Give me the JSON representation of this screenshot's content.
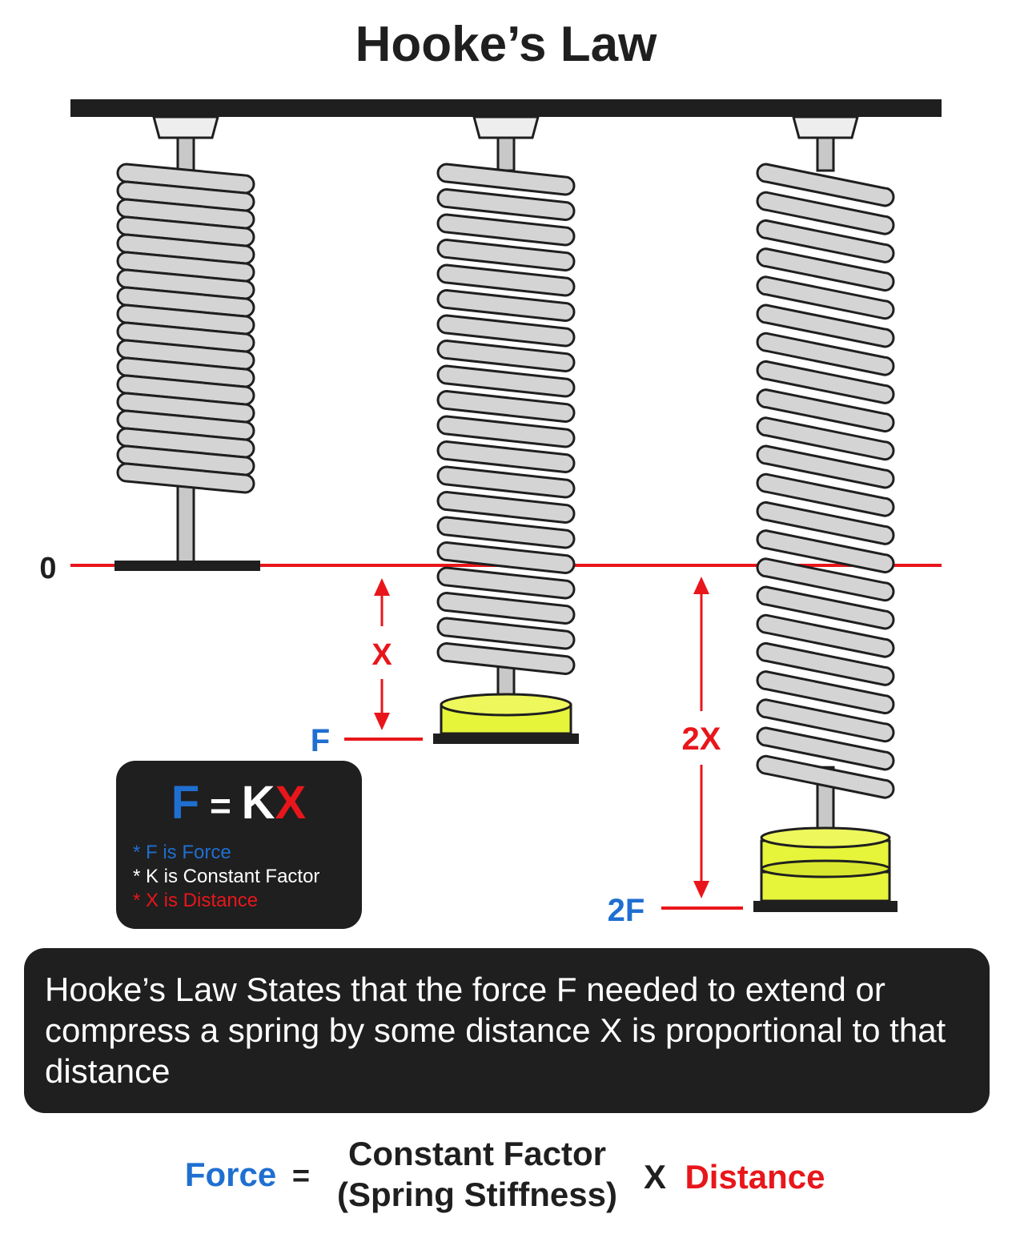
{
  "title": "Hooke’s Law",
  "zero_label": "0",
  "label_x": "X",
  "label_2x": "2X",
  "label_f": "F",
  "label_2f": "2F",
  "formula": {
    "f": "F",
    "eq": " = ",
    "k": "K",
    "x": "X"
  },
  "legend": [
    {
      "text": "* F is Force",
      "color": "#1f6fd1"
    },
    {
      "text": "* K is Constant Factor",
      "color": "#ffffff"
    },
    {
      "text": "* X is Distance",
      "color": "#e8161b"
    }
  ],
  "statement": "Hooke’s Law States that the force F needed to extend or compress a spring by some distance X is proportional to that distance",
  "bottom_formula": {
    "force": "Force",
    "equals": "=",
    "const_line1": "Constant Factor",
    "const_line2": "(Spring Stiffness)",
    "times": "X",
    "distance": "Distance"
  },
  "colors": {
    "blue": "#1f6fd1",
    "red": "#e8161b",
    "weight": "#e6f53a",
    "spring": "#d4d4d4",
    "dark": "#1f1f1f"
  }
}
